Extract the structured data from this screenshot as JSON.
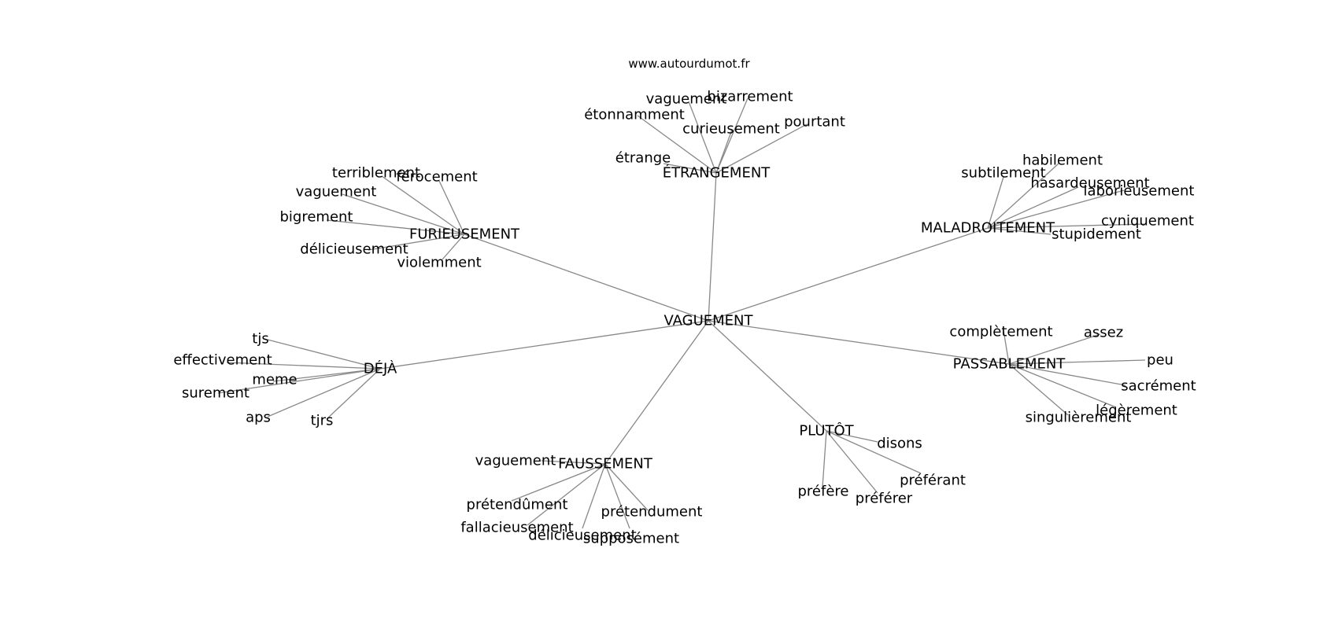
{
  "site_url": "www.autourdumot.fr",
  "graph": {
    "center": "VAGUEMENT",
    "groups": [
      {
        "hub": "ÉTRANGEMENT",
        "words": [
          "étrange",
          "étonnamment",
          "vaguement",
          "bizarrement",
          "curieusement",
          "pourtant"
        ]
      },
      {
        "hub": "FURIEUSEMENT",
        "words": [
          "terriblement",
          "férocement",
          "vaguement",
          "bigrement",
          "délicieusement",
          "violemment"
        ]
      },
      {
        "hub": "MALADROITEMENT",
        "words": [
          "subtilement",
          "habilement",
          "hasardeusement",
          "laborieusement",
          "cyniquement",
          "stupidement"
        ]
      },
      {
        "hub": "DÉJÀ",
        "words": [
          "tjs",
          "effectivement",
          "meme",
          "surement",
          "aps",
          "tjrs"
        ]
      },
      {
        "hub": "PASSABLEMENT",
        "words": [
          "complètement",
          "assez",
          "peu",
          "sacrément",
          "légèrement",
          "singulièrement"
        ]
      },
      {
        "hub": "FAUSSEMENT",
        "words": [
          "vaguement",
          "prétendûment",
          "fallacieusement",
          "délicieusement",
          "supposément",
          "prétendument"
        ]
      },
      {
        "hub": "PLUTÔT",
        "words": [
          "disons",
          "préférant",
          "préférer",
          "préfère"
        ]
      }
    ]
  }
}
